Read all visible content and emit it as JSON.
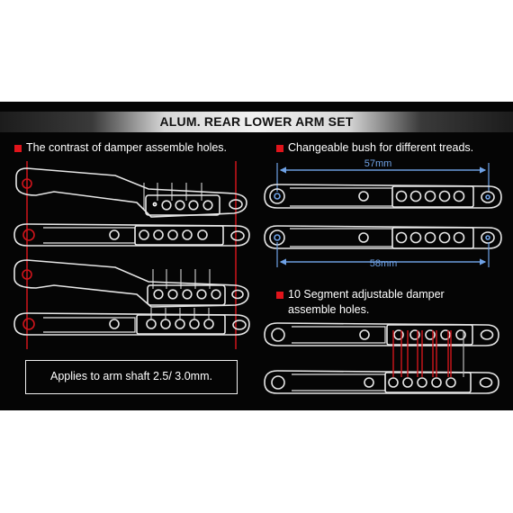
{
  "title": "ALUM. REAR LOWER ARM SET",
  "sections": {
    "left_caption": "The contrast of damper assemble holes.",
    "right_top_caption": "Changeable bush for different treads.",
    "right_bottom_caption_line1": "10 Segment adjustable damper",
    "right_bottom_caption_line2": "assemble holes."
  },
  "dimensions": {
    "top": "57mm",
    "bottom": "58mm"
  },
  "note": "Applies to arm shaft 2.5/ 3.0mm.",
  "colors": {
    "background": "#050505",
    "bullet": "#e0141b",
    "dimension": "#6fa2e6",
    "outline": "#e6e6e6"
  }
}
